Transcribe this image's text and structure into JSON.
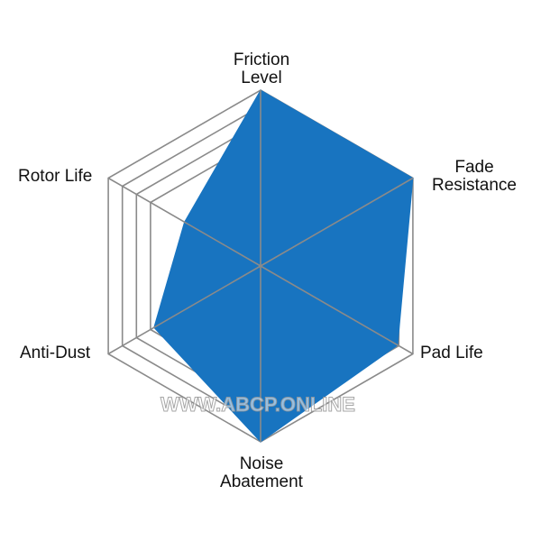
{
  "chart_data": {
    "type": "radar",
    "axes": [
      {
        "label_lines": [
          "Friction",
          "Level"
        ],
        "value": 5
      },
      {
        "label_lines": [
          "Fade",
          "Resistance"
        ],
        "value": 5
      },
      {
        "label_lines": [
          "Pad Life"
        ],
        "value": 4.5
      },
      {
        "label_lines": [
          "Noise",
          "Abatement"
        ],
        "value": 5
      },
      {
        "label_lines": [
          "Anti-Dust"
        ],
        "value": 3.5
      },
      {
        "label_lines": [
          "Rotor Life"
        ],
        "value": 2.5
      }
    ],
    "range": [
      0,
      5
    ],
    "rings": 4,
    "fill_color": "#1874c0",
    "grid_color": "#8a8a8a"
  },
  "watermark": "WWW.ABCP.ONLINE"
}
